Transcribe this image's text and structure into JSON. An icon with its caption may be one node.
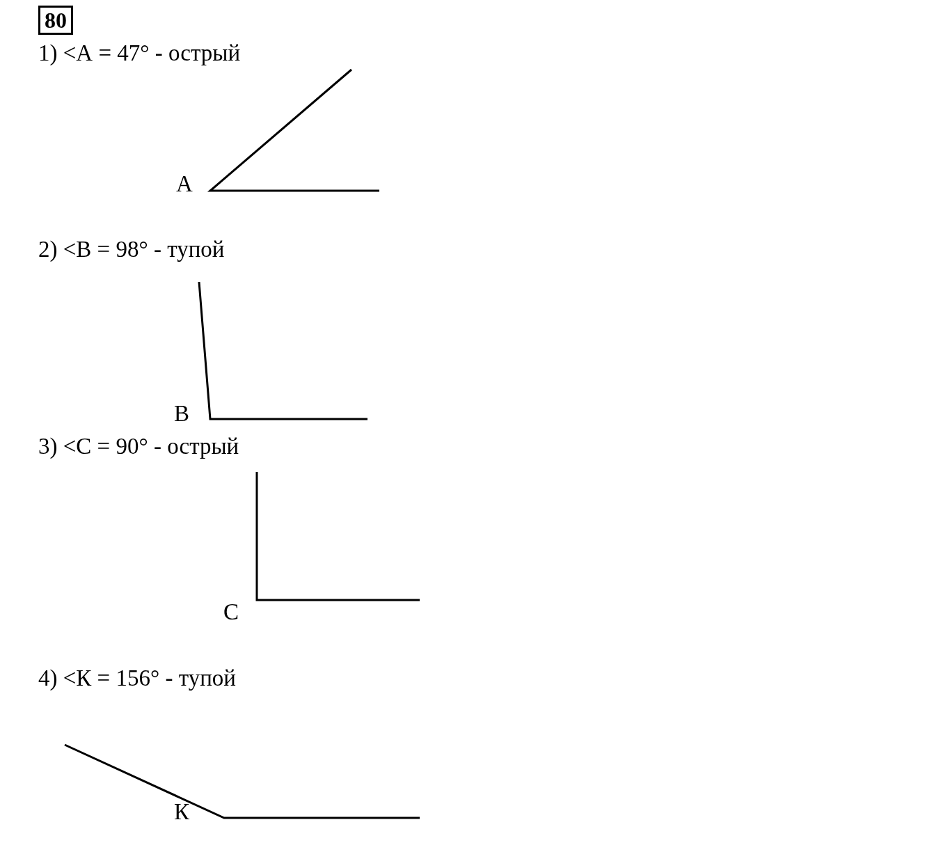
{
  "diagram": {
    "title": "80",
    "labels": [
      "1) <А = 47° - острый",
      "А",
      "2) <В = 98° - тупой",
      "В",
      "3) <С = 90° - острый",
      "С",
      "4) <К = 156° - тупой",
      "К"
    ]
  }
}
